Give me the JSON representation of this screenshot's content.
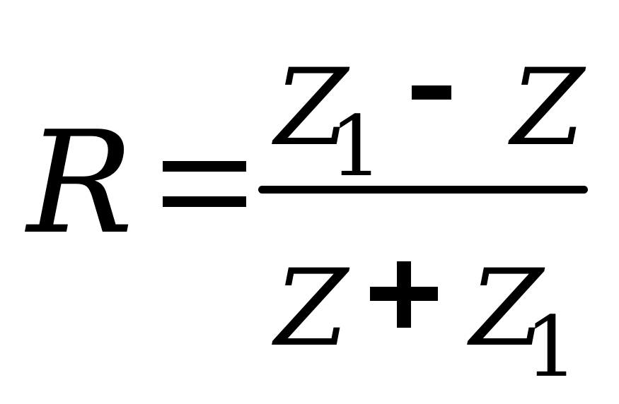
{
  "formula": {
    "lhs": "R",
    "equals": "=",
    "numerator": {
      "term1": "Z",
      "term1_subscript": "1",
      "operator": "-",
      "term2": "Z"
    },
    "denominator": {
      "term1": "Z",
      "operator": "+",
      "term2": "Z",
      "term2_subscript": "1"
    }
  }
}
